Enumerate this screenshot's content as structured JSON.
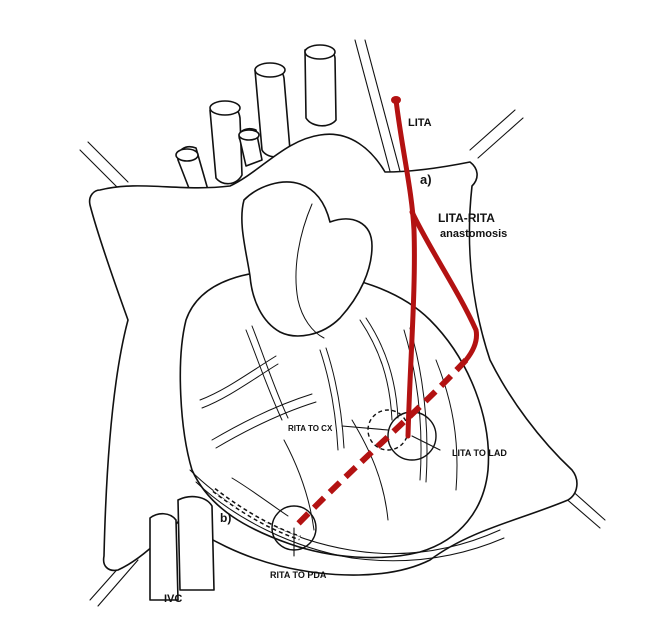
{
  "colors": {
    "graft": "#b31212",
    "outline": "#111111",
    "background": "#ffffff"
  },
  "labels": {
    "lita": "LITA",
    "marker_a": "a)",
    "anastomosis_line1": "LITA-RITA",
    "anastomosis_line2": "anastomosis",
    "rita_to_cx": "RITA TO CX",
    "lita_to_lad": "LITA TO LAD",
    "marker_b": "b)",
    "rita_to_pda": "RITA TO PDA",
    "ivc": "IVC"
  }
}
